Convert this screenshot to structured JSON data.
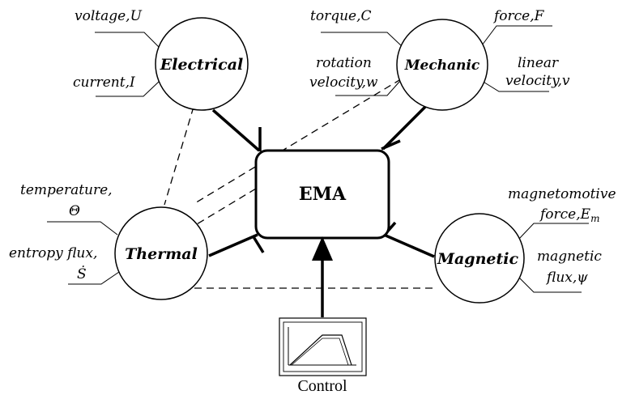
{
  "center": {
    "label": "EMA"
  },
  "domains": {
    "electrical": {
      "label": "Electrical",
      "inputs": [
        "voltage,U",
        "current,I"
      ]
    },
    "mechanic": {
      "label": "Mechanic",
      "inputs_left": [
        [
          "torque,C"
        ],
        [
          "rotation",
          "velocity,w"
        ]
      ],
      "inputs_right": [
        [
          "force,F"
        ],
        [
          "linear",
          "velocity,v"
        ]
      ]
    },
    "thermal": {
      "label": "Thermal",
      "inputs": [
        [
          "temperature,",
          "Θ"
        ],
        [
          "entropy flux,",
          "Ṡ"
        ]
      ]
    },
    "magnetic": {
      "label": "Magnetic",
      "inputs": [
        [
          "magnetomotive",
          "force,E",
          "m"
        ],
        [
          "magnetic",
          "flux,ψ"
        ]
      ]
    }
  },
  "control": {
    "label": "Control"
  }
}
